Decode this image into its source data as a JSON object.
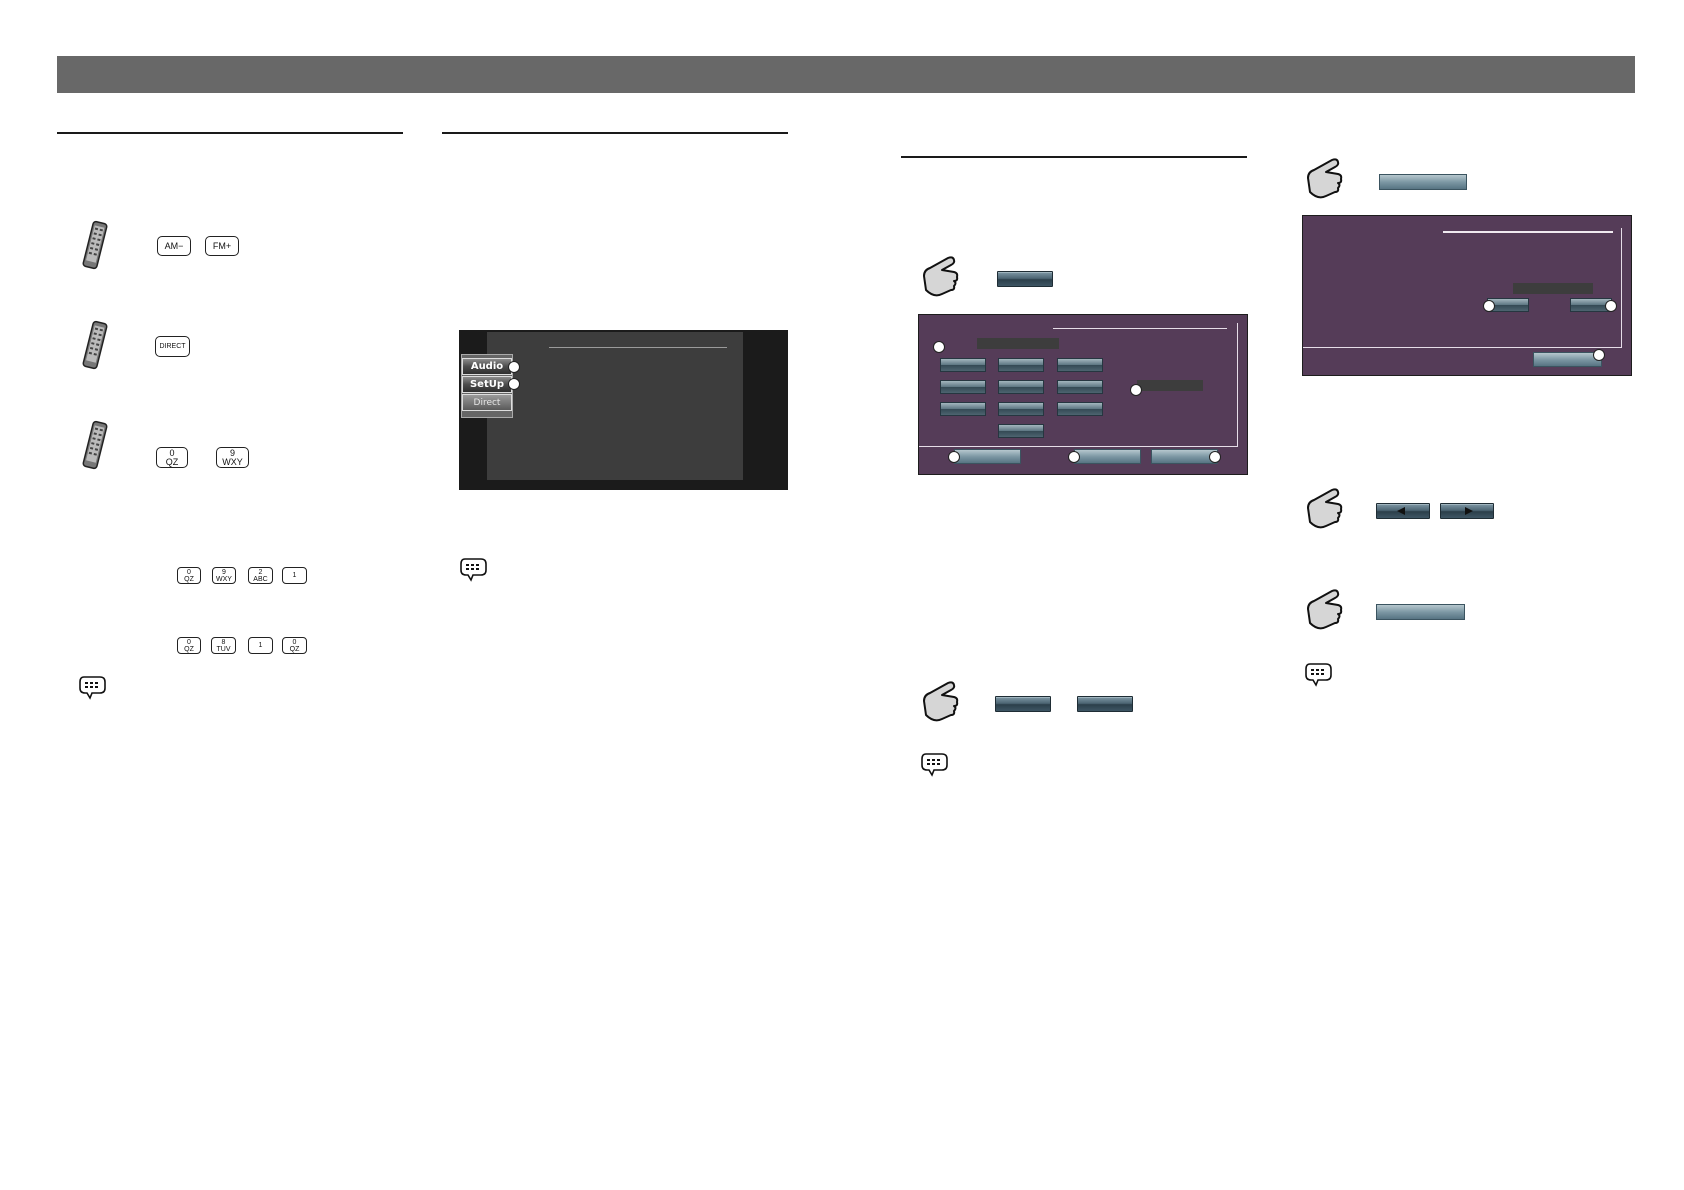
{
  "remote_keys": {
    "am": "AM−",
    "fm": "FM+",
    "direct": "DIRECT",
    "key0": {
      "num": "0",
      "letters": "QZ"
    },
    "key9": {
      "num": "9",
      "letters": "WXY"
    },
    "key2": {
      "num": "2",
      "letters": "ABC"
    },
    "key1": {
      "num": "1"
    },
    "key8": {
      "num": "8",
      "letters": "TUV"
    }
  },
  "menu": {
    "audio": "Audio",
    "setup": "SetUp",
    "direct": "Direct"
  },
  "icons": {
    "remote": "remote-control-icon",
    "hand": "pointing-hand-icon",
    "note": "note-icon"
  }
}
